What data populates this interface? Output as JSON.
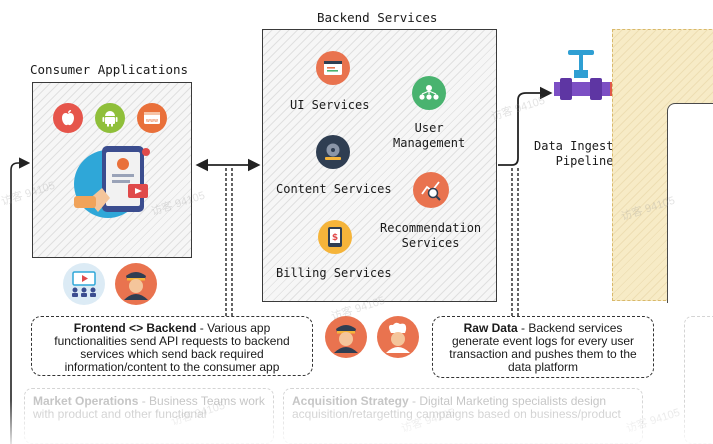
{
  "consumer": {
    "title": "Consumer Applications"
  },
  "backend": {
    "title": "Backend Services",
    "services": [
      {
        "label": "UI Services",
        "icon": "code-editor-icon"
      },
      {
        "label": "User\nManagement",
        "icon": "user-network-icon"
      },
      {
        "label": "Content Services",
        "icon": "media-disc-icon"
      },
      {
        "label": "Recommendation\nServices",
        "icon": "analytics-search-icon"
      },
      {
        "label": "Billing Services",
        "icon": "billing-tablet-icon"
      }
    ]
  },
  "ingestion": {
    "label": "Data Ingestion\nPipeline"
  },
  "notes": {
    "frontend_backend": {
      "heading": "Frontend <> Backend",
      "body": " - Various app functionalities send API requests to backend services which send back required information/content to the consumer app"
    },
    "raw_data": {
      "heading": "Raw Data",
      "body": " - Backend services generate event logs for every user transaction and pushes them to the data platform"
    },
    "market_operations": {
      "heading": "Market Operations",
      "body": " - Business Teams work with product and other functional"
    },
    "acquisition_strategy": {
      "heading": "Acquisition Strategy",
      "body": " - Digital Marketing specialists design acquisition/retargetting campaigns based on business/product"
    }
  },
  "watermark": "访客 94105",
  "colors": {
    "apple_red": "#e6554b",
    "android_green": "#8fbf3a",
    "web_orange": "#e9703a",
    "phone_blue": "#2fa7d8",
    "service_orange": "#e9734f",
    "service_green": "#49b36f",
    "service_navy": "#2f3e52",
    "service_gold": "#f5b43a",
    "lake_panel": "#f7ebc6",
    "pipe_blue": "#2f9fd3",
    "pipe_red": "#e0574a",
    "pipe_purple": "#7c4fc4"
  }
}
